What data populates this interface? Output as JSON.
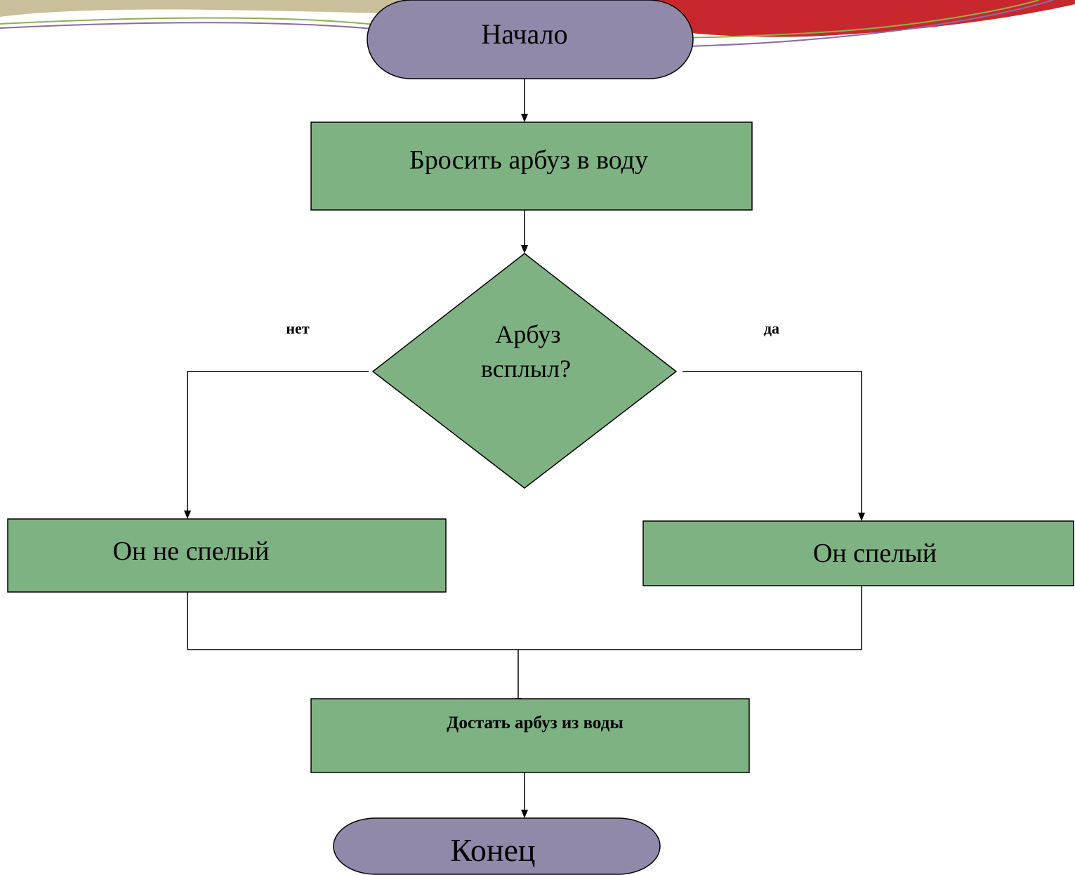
{
  "flowchart": {
    "start": {
      "label": "Начало",
      "shape": "terminator"
    },
    "step1": {
      "label": "Бросить арбуз в воду",
      "shape": "process"
    },
    "decision": {
      "line1": "Арбуз",
      "line2": "всплыл?",
      "shape": "decision"
    },
    "branch_no": {
      "label": "нет"
    },
    "branch_yes": {
      "label": "да"
    },
    "result_no": {
      "label": "Он не спелый",
      "shape": "process"
    },
    "result_yes": {
      "label": "Он спелый",
      "shape": "process"
    },
    "step_final": {
      "label": "Достать арбуз из воды",
      "shape": "process"
    },
    "end": {
      "label": "Конец",
      "shape": "terminator"
    }
  },
  "colors": {
    "terminator_fill": "#9189aa",
    "process_fill": "#7fb283",
    "stroke": "#000000",
    "banner_red": "#c8282d",
    "banner_tan": "#c9bf9a",
    "banner_line_green": "#8fb04a",
    "banner_line_purple": "#8a6aa8"
  }
}
